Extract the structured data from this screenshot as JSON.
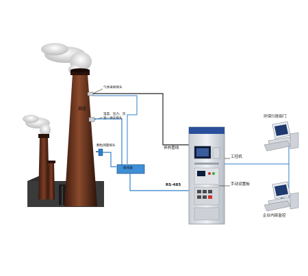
{
  "labels": {
    "gas_sampling_probe": "气体采样探头",
    "flue": "烟道",
    "temp_pressure_flow_line1": "温度、压力、流",
    "temp_pressure_flow_line2": "速一体化探头",
    "particulate_probe": "颗粒测量探头",
    "heat_trace_line": "伴热管线",
    "junction_box": "集线器",
    "rs485": "RS-485",
    "industrial_pc": "工控机",
    "manual_panel": "手动设置板",
    "env_dept": "环保行政部门",
    "enterprise_monitor": "企业内部监控"
  },
  "colors": {
    "smoke": "#d8d8d8",
    "chimney": "#7a3b22",
    "factory": "#4a4a4a",
    "line_blue": "#2f7ec8",
    "line_black": "#222222",
    "cabinet": "#e6e9ee"
  }
}
